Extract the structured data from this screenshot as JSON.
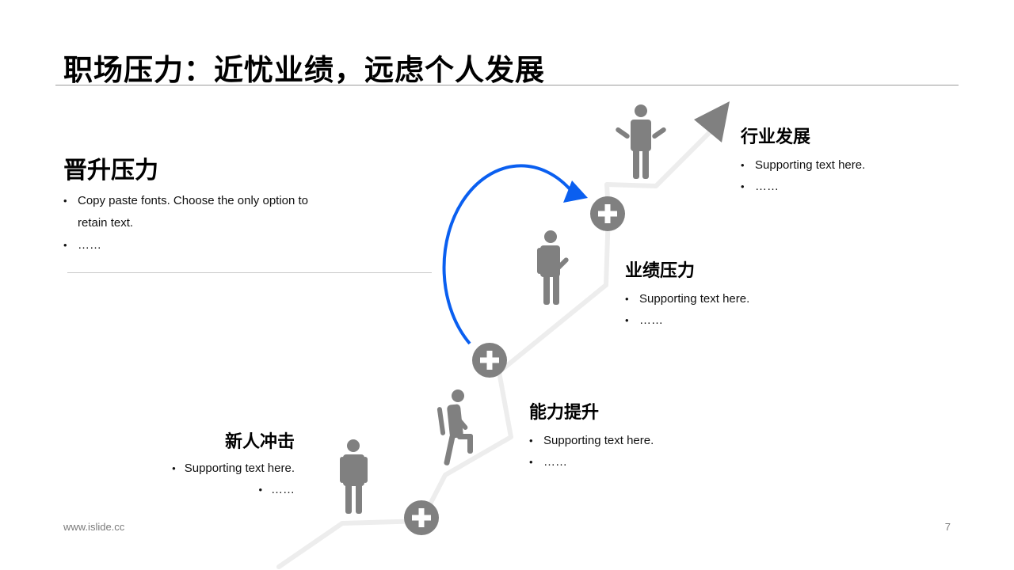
{
  "title": "职场压力：近忧业绩，远虑个人发展",
  "sections": {
    "promotion": {
      "heading": "晋升压力",
      "bullets": [
        "Copy paste fonts. Choose the only option to retain text.",
        "……"
      ]
    },
    "newcomer": {
      "heading": "新人冲击",
      "bullets": [
        "Supporting text here.",
        "……"
      ]
    },
    "ability": {
      "heading": "能力提升",
      "bullets": [
        "Supporting text here.",
        "……"
      ]
    },
    "performance": {
      "heading": "业绩压力",
      "bullets": [
        "Supporting text here.",
        "……"
      ]
    },
    "industry": {
      "heading": "行业发展",
      "bullets": [
        "Supporting text here.",
        "……"
      ]
    }
  },
  "footer": {
    "website": "www.islide.cc",
    "page_number": "7"
  },
  "colors": {
    "path": "#ededed",
    "figure": "#808080",
    "accent_arrow": "#0a5ff0",
    "text": "#000000"
  }
}
